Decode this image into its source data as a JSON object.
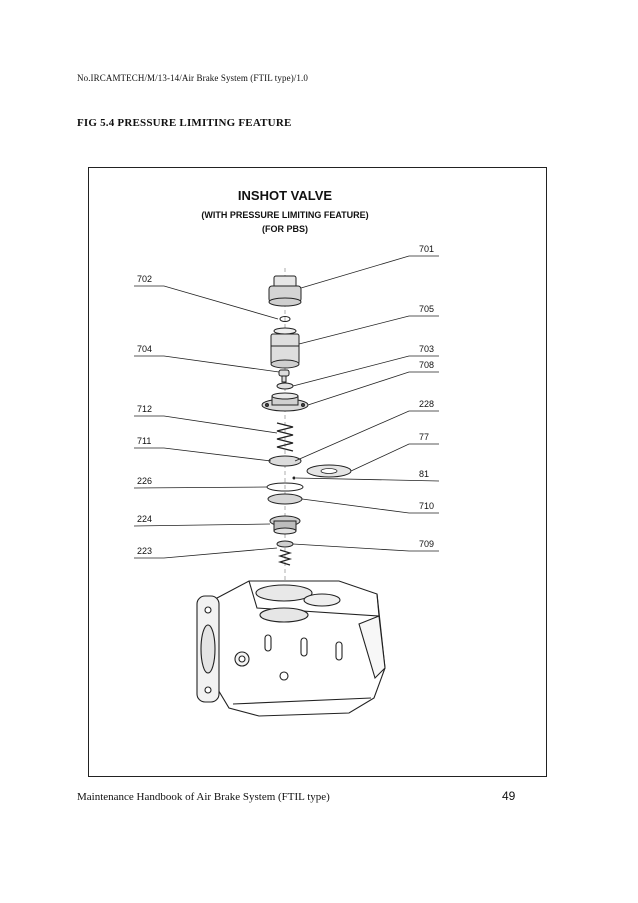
{
  "header": {
    "reference": "No.IRCAMTECH/M/13-14/Air Brake System (FTIL type)/1.0"
  },
  "figure": {
    "title": "FIG 5.4 PRESSURE LIMITING FEATURE",
    "drawing": {
      "heading": "INSHOT VALVE",
      "subheading": "(WITH PRESSURE LIMITING FEATURE)",
      "subheading2": "(FOR PBS)",
      "labels": [
        "701",
        "702",
        "705",
        "704",
        "703",
        "708",
        "712",
        "228",
        "711",
        "77",
        "81",
        "226",
        "710",
        "224",
        "709",
        "223"
      ]
    }
  },
  "footer": {
    "text": "Maintenance Handbook of Air Brake System (FTIL type)",
    "page": "49"
  }
}
